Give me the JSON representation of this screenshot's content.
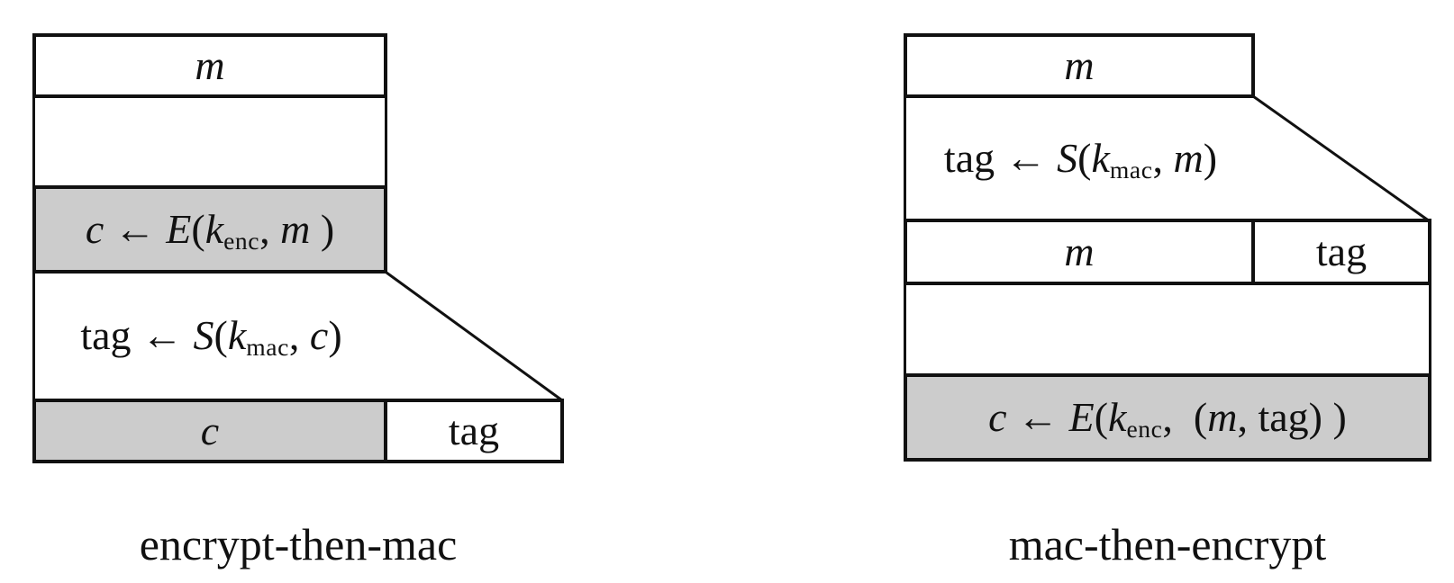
{
  "colors": {
    "gray_fill": "#cccccc",
    "line": "#111111",
    "background": "#ffffff"
  },
  "left_diagram": {
    "caption": "encrypt-then-mac",
    "message_box_label": "m",
    "encrypt_formula": {
      "text": "c ← E(k_enc, m )",
      "segments": [
        {
          "t": "c",
          "s": "i"
        },
        {
          "t": " ← ",
          "s": "r"
        },
        {
          "t": "E",
          "s": "i"
        },
        {
          "t": "(",
          "s": "r"
        },
        {
          "t": "k",
          "s": "i"
        },
        {
          "t": "enc",
          "s": "sub"
        },
        {
          "t": ", ",
          "s": "r"
        },
        {
          "t": "m",
          "s": "i"
        },
        {
          "t": " )",
          "s": "r"
        }
      ]
    },
    "mac_formula": {
      "text": "tag ← S(k_mac, c)",
      "segments": [
        {
          "t": "tag ← ",
          "s": "r"
        },
        {
          "t": "S",
          "s": "i"
        },
        {
          "t": "(",
          "s": "r"
        },
        {
          "t": "k",
          "s": "i"
        },
        {
          "t": "mac",
          "s": "sub"
        },
        {
          "t": ", ",
          "s": "r"
        },
        {
          "t": "c",
          "s": "i"
        },
        {
          "t": ")",
          "s": "r"
        }
      ]
    },
    "output_row": {
      "cipher_label": "c",
      "tag_label": "tag"
    }
  },
  "right_diagram": {
    "caption": "mac-then-encrypt",
    "message_box_label": "m",
    "mac_formula": {
      "text": "tag ← S(k_mac, m)",
      "segments": [
        {
          "t": "tag ← ",
          "s": "r"
        },
        {
          "t": "S",
          "s": "i"
        },
        {
          "t": "(",
          "s": "r"
        },
        {
          "t": "k",
          "s": "i"
        },
        {
          "t": "mac",
          "s": "sub"
        },
        {
          "t": ", ",
          "s": "r"
        },
        {
          "t": "m",
          "s": "i"
        },
        {
          "t": ")",
          "s": "r"
        }
      ]
    },
    "mid_row": {
      "message_label": "m",
      "tag_label": "tag"
    },
    "encrypt_formula": {
      "text": "c ← E(k_enc,  (m, tag) )",
      "segments": [
        {
          "t": "c",
          "s": "i"
        },
        {
          "t": " ← ",
          "s": "r"
        },
        {
          "t": "E",
          "s": "i"
        },
        {
          "t": "(",
          "s": "r"
        },
        {
          "t": "k",
          "s": "i"
        },
        {
          "t": "enc",
          "s": "sub"
        },
        {
          "t": ",  (",
          "s": "r"
        },
        {
          "t": "m",
          "s": "i"
        },
        {
          "t": ", tag) )",
          "s": "r"
        }
      ]
    }
  }
}
